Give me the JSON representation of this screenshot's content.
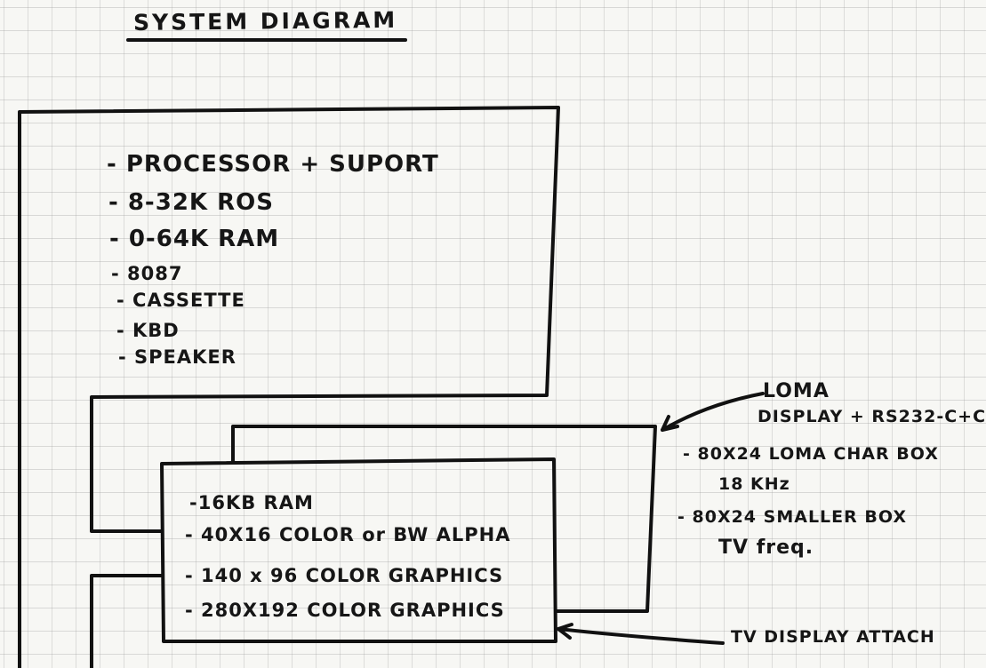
{
  "title": "SYSTEM DIAGRAM",
  "system_unit": {
    "items": [
      "- PROCESSOR + SUPORT",
      "- 8-32K ROS",
      "- 0-64K RAM",
      "- 8087",
      "- CASSETTE",
      "- KBD",
      "- SPEAKER"
    ]
  },
  "tv_adapter": {
    "items": [
      "-16KB RAM",
      "- 40X16 COLOR or BW ALPHA",
      "- 140 x 96 COLOR GRAPHICS",
      "- 280X192 COLOR GRAPHICS"
    ]
  },
  "loma_note": {
    "heading": "LOMA",
    "subheading": "DISPLAY + RS232-C+C",
    "items": [
      "- 80X24 LOMA CHAR BOX",
      "18 KHz",
      "- 80X24 SMALLER BOX",
      "TV freq."
    ]
  },
  "tv_attach_note": "TV DISPLAY ATTACH"
}
